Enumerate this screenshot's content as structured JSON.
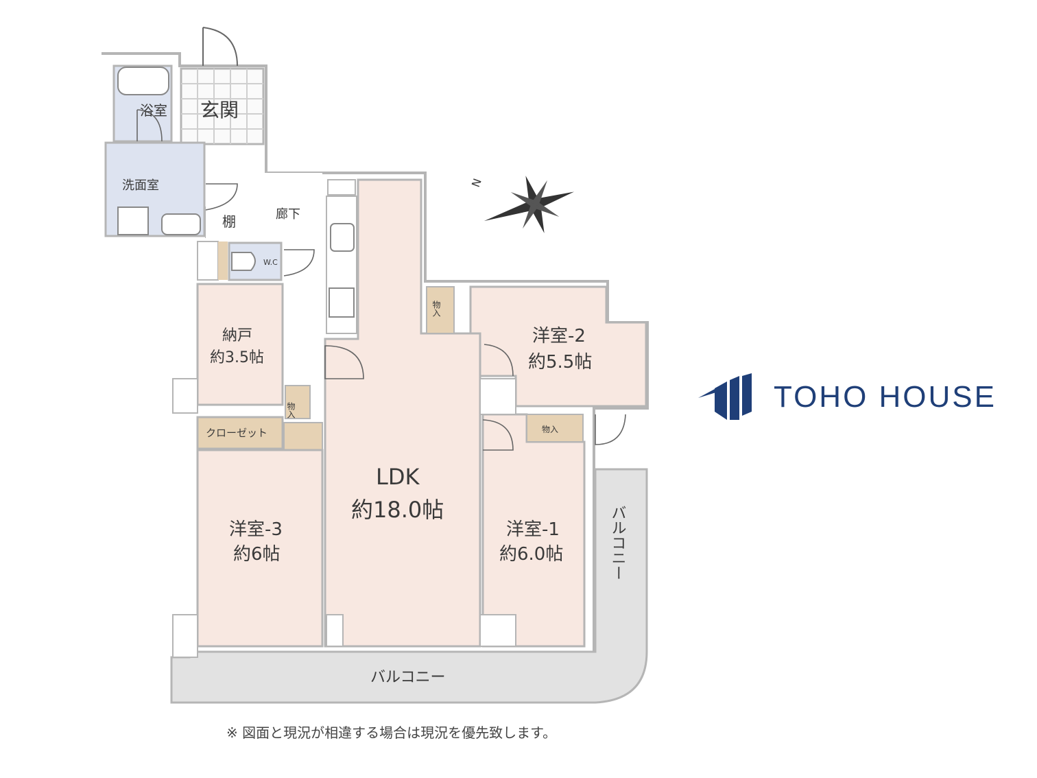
{
  "rooms": {
    "bath": "浴室",
    "entrance": "玄関",
    "washroom": "洗面室",
    "shelf": "棚",
    "hallway": "廊下",
    "wc": "W.C",
    "storage_room": {
      "name": "納戸",
      "size": "約3.5帖"
    },
    "storage_small_1": "物入",
    "storage_small_2": "物入",
    "storage_small_3": "物入",
    "closet": "クローゼット",
    "ldk": {
      "name": "LDK",
      "size": "約18.0帖"
    },
    "western_1": {
      "name": "洋室-1",
      "size": "約6.0帖"
    },
    "western_2": {
      "name": "洋室-2",
      "size": "約5.5帖"
    },
    "western_3": {
      "name": "洋室-3",
      "size": "約6帖"
    },
    "balcony_bottom": "バルコニー",
    "balcony_side": "バルコニー"
  },
  "compass": {
    "north_label": "N"
  },
  "brand": {
    "name": "TOHO HOUSE"
  },
  "note": "※ 図面と現況が相違する場合は現況を優先致します。",
  "colors": {
    "room_pink": "#f8e8e1",
    "wet_blue": "#dde3f0",
    "storage_tan": "#e6d2b4",
    "balcony_gray": "#e2e2e2",
    "wall": "#b5b5b5",
    "brand_navy": "#1f3f78"
  }
}
